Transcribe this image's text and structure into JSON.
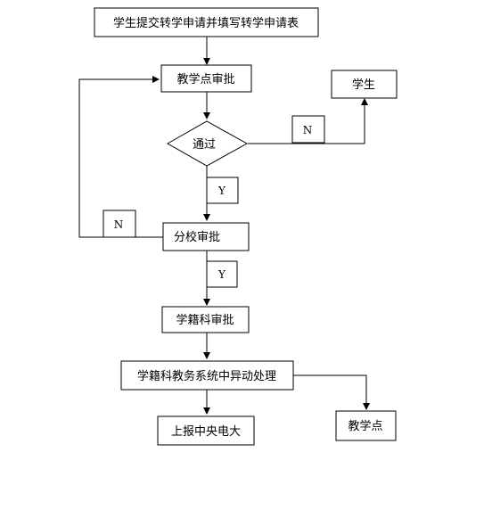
{
  "flow": {
    "start": "学生提交转学申请并填写转学申请表",
    "study_center_review": "教学点审批",
    "student": "学生",
    "pass_decision": "通过",
    "branch_review": "分校审批",
    "registry_review": "学籍科审批",
    "registry_system": "学籍科教务系统中异动处理",
    "report_central": "上报中央电大",
    "study_center_end": "教学点",
    "label_n_top": "N",
    "label_y_top": "Y",
    "label_n_left": "N",
    "label_y_bottom": "Y"
  }
}
